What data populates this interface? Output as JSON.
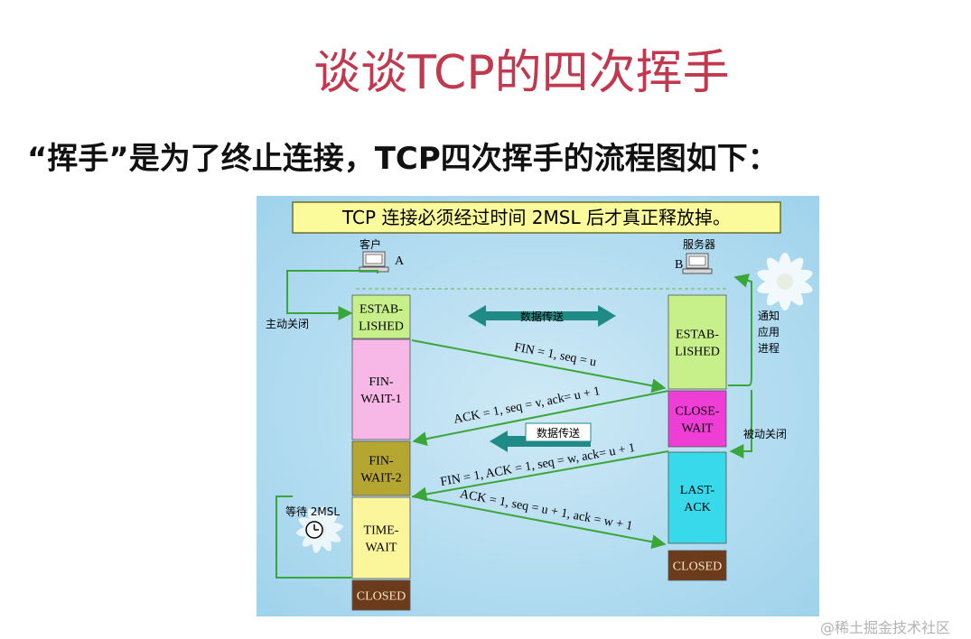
{
  "title": "谈谈TCP的四次挥手",
  "subtitle": "“挥手”是为了终止连接，TCP四次挥手的流程图如下：",
  "watermark": "@稀土掘金技术社区",
  "diagram": {
    "banner": "TCP 连接必须经过时间 2MSL 后才真正释放掉。",
    "client_label": "客户",
    "client_letter": "A",
    "server_label": "服务器",
    "server_letter": "B",
    "active_close": "主动关闭",
    "passive_close": "被动关闭",
    "notify_app": [
      "通知",
      "应用",
      "进程"
    ],
    "wait_2msl": "等待 2MSL",
    "data_transfer_1": "数据传送",
    "data_transfer_2": "数据传送",
    "client_states": [
      {
        "lines": [
          "ESTAB-",
          "LISHED"
        ],
        "color": "#c8f08a"
      },
      {
        "lines": [
          "FIN-",
          "WAIT-1"
        ],
        "color": "#f7b8e8"
      },
      {
        "lines": [
          "FIN-",
          "WAIT-2"
        ],
        "color": "#b5a631"
      },
      {
        "lines": [
          "TIME-",
          "WAIT"
        ],
        "color": "#fbf59c"
      },
      {
        "lines": [
          "CLOSED"
        ],
        "color": "#6b3b1b"
      }
    ],
    "server_states": [
      {
        "lines": [
          "ESTAB-",
          "LISHED"
        ],
        "color": "#c8f08a"
      },
      {
        "lines": [
          "CLOSE-",
          "WAIT"
        ],
        "color": "#ee3ed6"
      },
      {
        "lines": [
          "LAST-",
          "ACK"
        ],
        "color": "#38d9ea"
      },
      {
        "lines": [
          "CLOSED"
        ],
        "color": "#6b3b1b"
      }
    ],
    "messages": [
      "FIN = 1, seq = u",
      "ACK = 1, seq = v, ack= u + 1",
      "FIN = 1, ACK = 1, seq = w, ack= u + 1",
      "ACK = 1, seq = u + 1, ack = w + 1"
    ]
  }
}
